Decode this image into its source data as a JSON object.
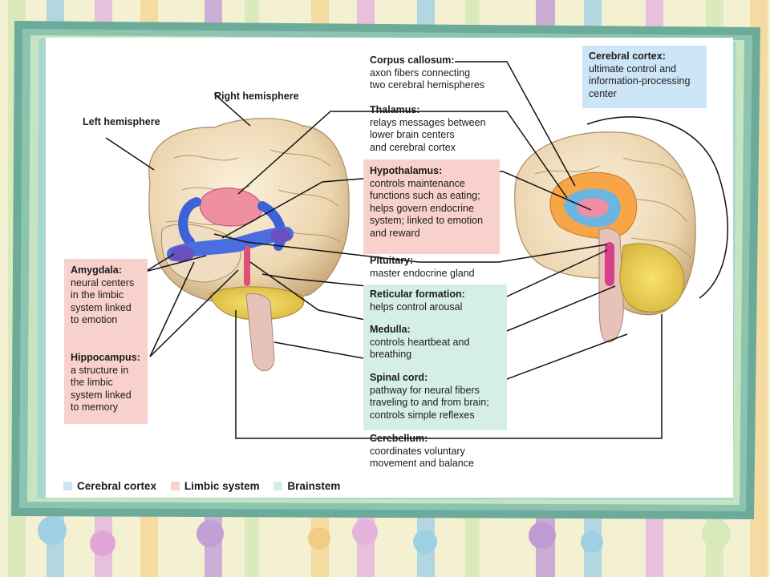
{
  "colors": {
    "cortex_box": "#cde6f7",
    "limbic_box": "#f8d1cd",
    "brainstem_box": "#d6efe6",
    "frame_outer": "#6cab9a",
    "frame_inner": "#b9deb6"
  },
  "labels": {
    "left_hemisphere": "Left hemisphere",
    "right_hemisphere": "Right hemisphere",
    "corpus_callosum": {
      "title": "Corpus callosum:",
      "desc": [
        "axon fibers connecting",
        "two cerebral hemispheres"
      ]
    },
    "cerebral_cortex": {
      "title": "Cerebral cortex:",
      "desc": [
        "ultimate control and",
        "information-processing",
        "center"
      ]
    },
    "thalamus": {
      "title": "Thalamus:",
      "desc": [
        "relays messages between",
        "lower brain centers",
        "and cerebral cortex"
      ]
    },
    "hypothalamus": {
      "title": "Hypothalamus:",
      "desc": [
        "controls maintenance",
        "functions such as eating;",
        "helps govern endocrine",
        "system; linked to emotion",
        "and reward"
      ]
    },
    "pituitary": {
      "title": "Pituitary:",
      "desc": [
        "master endocrine gland"
      ]
    },
    "reticular": {
      "title": "Reticular formation:",
      "desc": [
        "helps control arousal"
      ]
    },
    "medulla": {
      "title": "Medulla:",
      "desc": [
        "controls heartbeat and",
        "breathing"
      ]
    },
    "spinal_cord": {
      "title": "Spinal cord:",
      "desc": [
        "pathway for neural fibers",
        "traveling to and from brain;",
        "controls simple reflexes"
      ]
    },
    "cerebellum": {
      "title": "Cerebellum:",
      "desc": [
        "coordinates voluntary",
        "movement and balance"
      ]
    },
    "amygdala": {
      "title": "Amygdala:",
      "desc": [
        "neural centers",
        "in the limbic",
        "system linked",
        "to emotion"
      ]
    },
    "hippocampus": {
      "title": "Hippocampus:",
      "desc": [
        "a structure in",
        "the limbic",
        "system linked",
        "to memory"
      ]
    }
  },
  "legend": [
    {
      "label": "Cerebral cortex",
      "color": "#cde6f7"
    },
    {
      "label": "Limbic system",
      "color": "#f8d1cd"
    },
    {
      "label": "Brainstem",
      "color": "#d6efe6"
    }
  ]
}
